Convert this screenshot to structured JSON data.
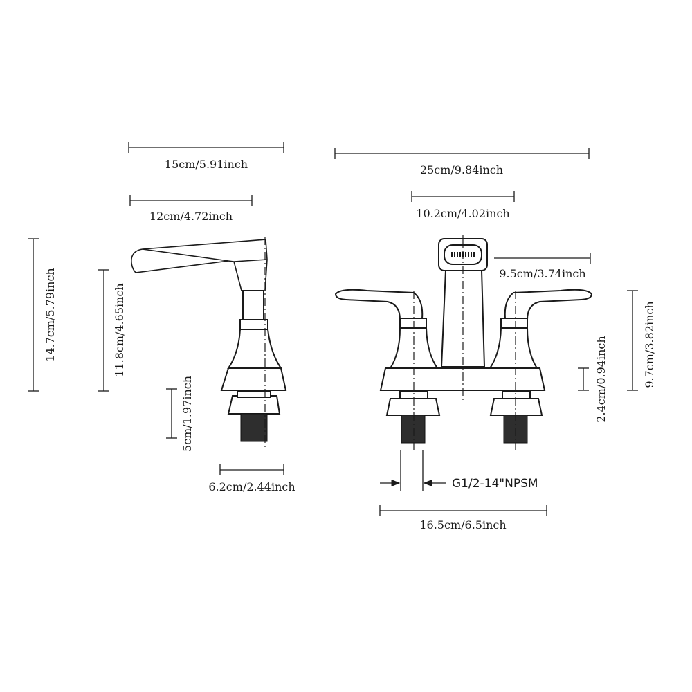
{
  "dimensions": {
    "side_total_length": "15cm/5.91inch",
    "side_spout_reach": "12cm/4.72inch",
    "side_total_height": "14.7cm/5.79inch",
    "side_body_height": "11.8cm/4.65inch",
    "side_shank_length": "5cm/1.97inch",
    "side_base_width": "6.2cm/2.44inch",
    "front_total_width": "25cm/9.84inch",
    "front_spout_width": "10.2cm/4.02inch",
    "front_spout_height": "9.5cm/3.74inch",
    "front_handle_height": "9.7cm/3.82inch",
    "front_base_height": "2.4cm/0.94inch",
    "thread_spec": "G1/2-14\"NPSM",
    "center_spacing": "16.5cm/6.5inch"
  }
}
